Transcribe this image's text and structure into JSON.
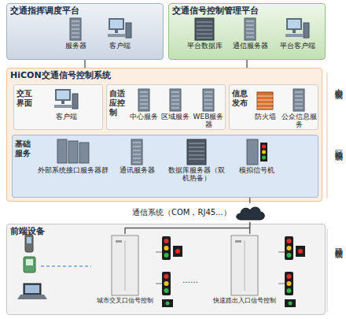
{
  "diagram": {
    "nodes": [
      {
        "text": [
          "交通指挥调度平台"
        ]
      },
      {
        "text": [
          "服务器"
        ],
        "in": 0
      },
      {
        "text": [
          "客户端"
        ],
        "in": 0
      },
      {
        "text": [
          "交通信号控制管理平台"
        ]
      },
      {
        "text": [
          "平台数据库"
        ],
        "in": 3
      },
      {
        "text": [
          "通信服务器"
        ],
        "in": 3
      },
      {
        "text": [
          "平台客户端"
        ],
        "in": 3
      },
      {
        "text": [
          "HiCON交通信号控制系统"
        ]
      },
      {
        "text": [
          "交互界面"
        ],
        "in": 7
      },
      {
        "text": [
          "客户端"
        ],
        "in": 8
      },
      {
        "text": [
          "自适应控制"
        ],
        "in": 7
      },
      {
        "text": [
          "中心服务"
        ],
        "in": 10
      },
      {
        "text": [
          "区域服务"
        ],
        "in": 10
      },
      {
        "text": [
          "WEB服务器"
        ],
        "in": 10
      },
      {
        "text": [
          "信息发布"
        ],
        "in": 7
      },
      {
        "text": [
          "防火墙"
        ],
        "in": 14
      },
      {
        "text": [
          "公众信息服务"
        ],
        "in": 14
      },
      {
        "text": [
          "基础服务"
        ],
        "in": 7
      },
      {
        "text": [
          "外部系统接口服务器群"
        ],
        "in": 17
      },
      {
        "text": [
          "通讯服务器"
        ],
        "in": 17
      },
      {
        "text": [
          "数据库服务器（双机热备）"
        ],
        "in": 17
      },
      {
        "text": [
          "模拟信号机"
        ],
        "in": 17
      },
      {
        "text": [
          "通信系统（COM，RJ45...）"
        ]
      },
      {
        "text": [
          "前端设备"
        ]
      },
      {
        "text": [
          "城市交叉口信号控制"
        ],
        "in": 23
      },
      {
        "text": [
          "快速路出入口信号控制"
        ],
        "in": 23
      }
    ],
    "edges": [
      {
        "from": 0,
        "to": 7,
        "arrow": "none"
      },
      {
        "from": 3,
        "to": 7,
        "arrow": "none"
      },
      {
        "from": 17,
        "to": 22,
        "arrow": "none"
      },
      {
        "from": 22,
        "to": 24,
        "arrow": "none"
      },
      {
        "from": 22,
        "to": 25,
        "arrow": "none"
      }
    ],
    "labels": [
      "中心控制级",
      "区域控制级",
      "路口控制级",
      "……"
    ]
  }
}
